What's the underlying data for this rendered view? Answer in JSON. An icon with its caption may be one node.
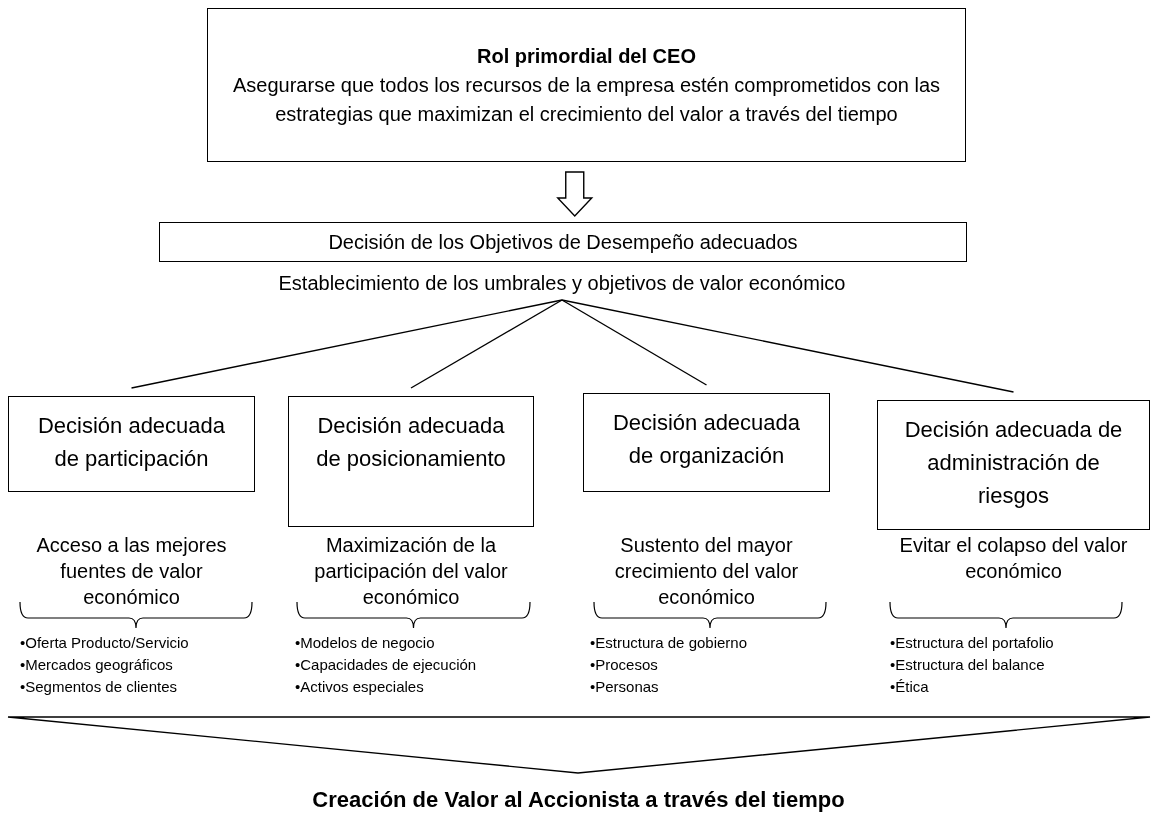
{
  "diagram": {
    "caption": "Creación de Valor al Accionista a través del tiempo",
    "nodes": [
      {
        "text": [
          "Rol primordial del CEO",
          "Asegurarse que todos los recursos de la empresa estén comprometidos con las estrategias que maximizan el crecimiento del valor a través del tiempo"
        ]
      },
      {
        "text": [
          "Decisión de los Objetivos de Desempeño adecuados"
        ]
      },
      {
        "text": [
          "Establecimiento de los umbrales y objetivos de valor económico"
        ]
      },
      {
        "text": [
          "Decisión adecuada de participación"
        ],
        "beside": [
          "Acceso a las mejores fuentes de valor económico"
        ]
      },
      {
        "text": [
          "Decisión adecuada de posicionamiento"
        ],
        "beside": [
          "Maximización de la participación del valor económico"
        ]
      },
      {
        "text": [
          "Decisión adecuada de organización"
        ],
        "beside": [
          "Sustento del mayor crecimiento del valor económico"
        ]
      },
      {
        "text": [
          "Decisión adecuada de administración de riesgos"
        ],
        "beside": [
          "Evitar el colapso del valor económico"
        ]
      }
    ],
    "edges": [
      {
        "from": 0,
        "to": 1,
        "arrow": "to"
      },
      {
        "from": 2,
        "to": 3,
        "arrow": "none"
      },
      {
        "from": 2,
        "to": 4,
        "arrow": "none"
      },
      {
        "from": 2,
        "to": 5,
        "arrow": "none"
      },
      {
        "from": 2,
        "to": 6,
        "arrow": "none"
      }
    ],
    "labels": [
      "•Oferta Producto/Servicio",
      "•Mercados geográficos",
      "•Segmentos de clientes",
      "•Modelos de negocio",
      "•Capacidades de ejecución",
      "•Activos especiales",
      "•Estructura de gobierno",
      "•Procesos",
      "•Personas",
      "•Estructura del portafolio",
      "•Estructura del balance",
      "•Ética"
    ]
  }
}
